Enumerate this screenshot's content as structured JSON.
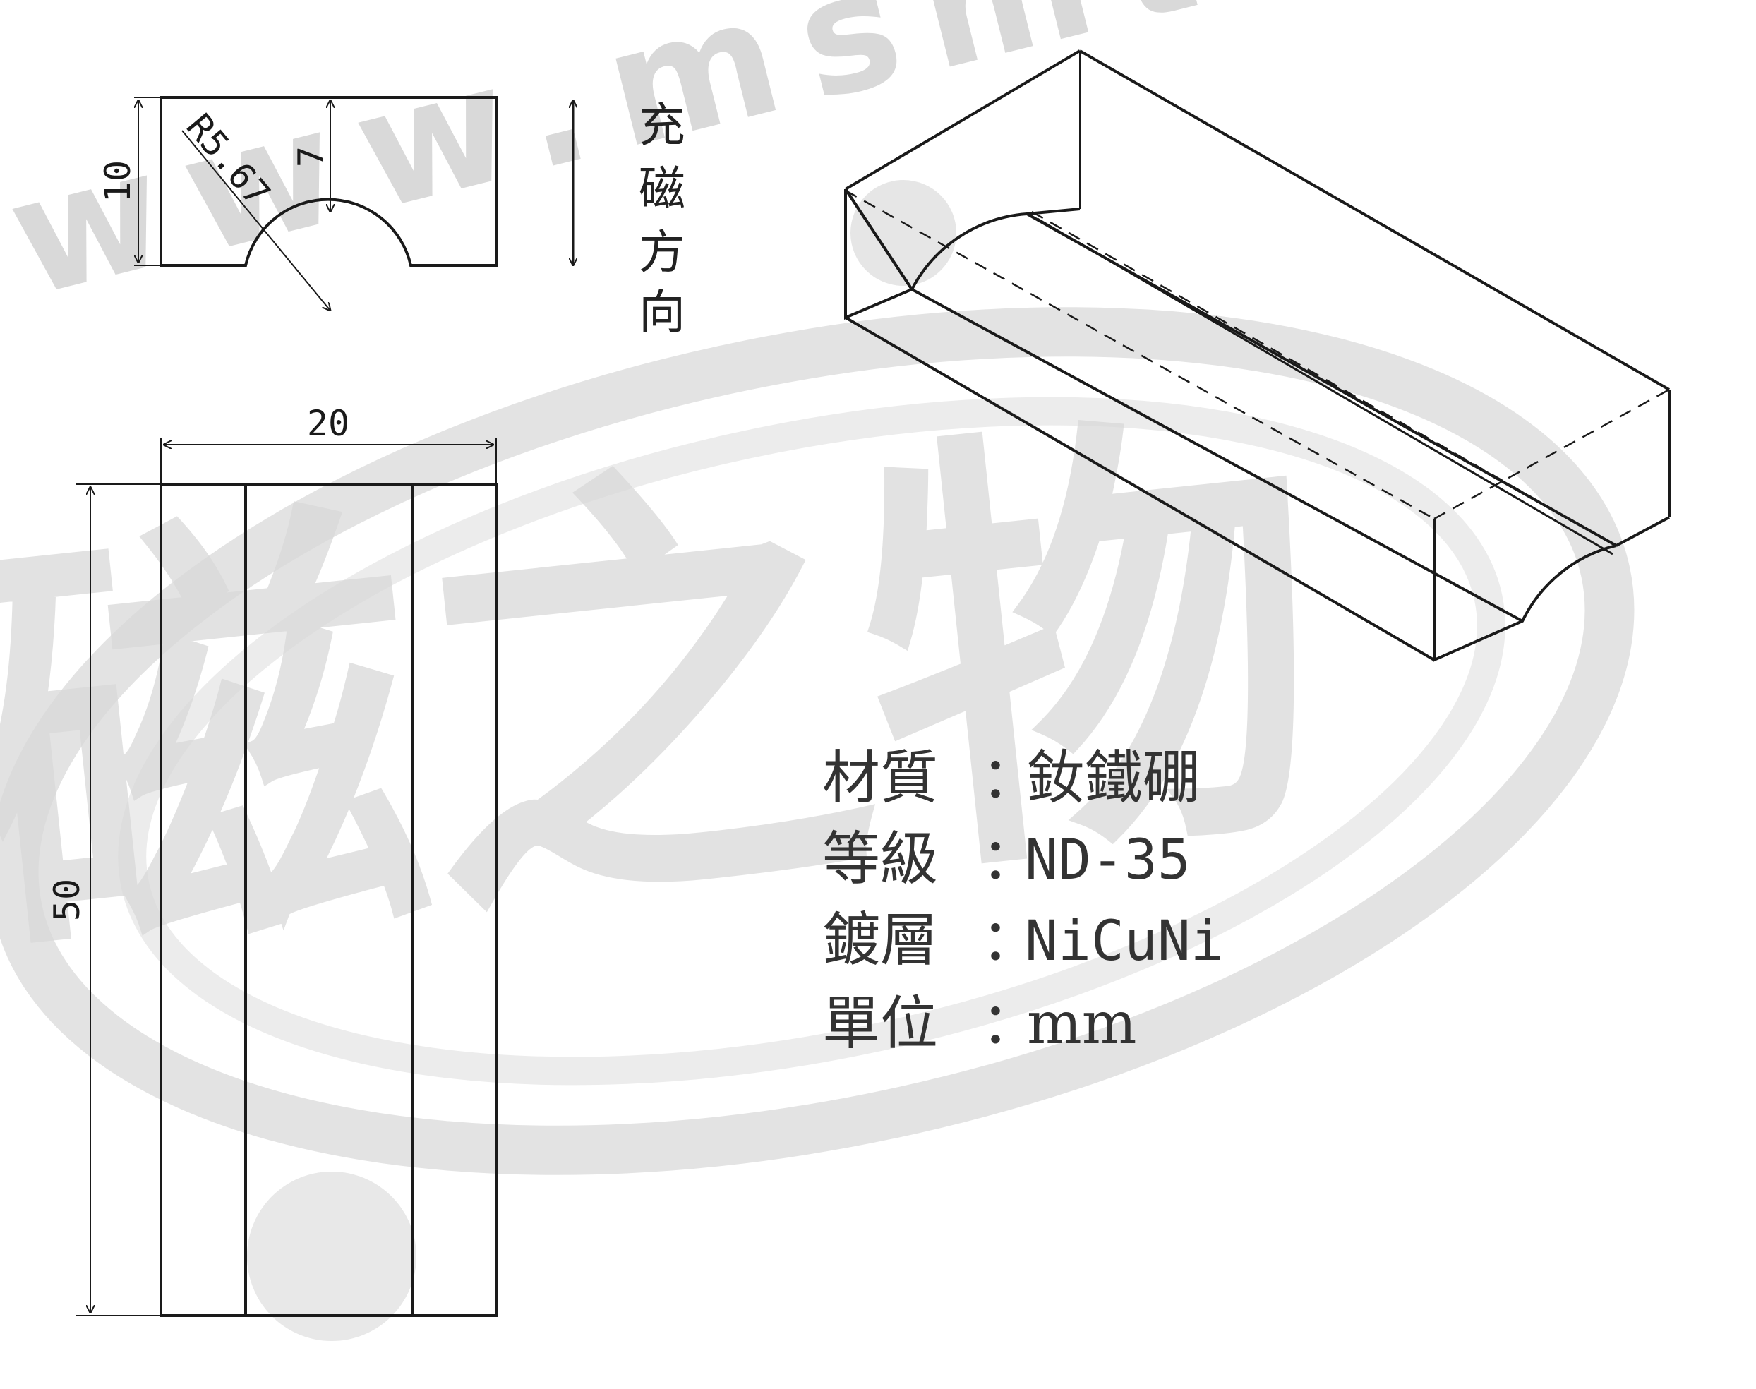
{
  "watermark": {
    "url": "www.msmt.com.tw",
    "brand": "磁之物"
  },
  "front_view": {
    "height_label": "10",
    "depth_label": "7",
    "radius_label": "R5.67"
  },
  "magnetization": {
    "chars": [
      "充",
      "磁",
      "方",
      "向"
    ]
  },
  "top_view": {
    "width_label": "20",
    "length_label": "50"
  },
  "specs": [
    {
      "label": "材質",
      "value": "釹鐵硼"
    },
    {
      "label": "等級",
      "value": "ND-35"
    },
    {
      "label": "鍍層",
      "value": "NiCuNi"
    },
    {
      "label": "單位",
      "value": "mm"
    }
  ],
  "colors": {
    "line": "#1a1a1a",
    "watermark": "#d9d9d9"
  }
}
